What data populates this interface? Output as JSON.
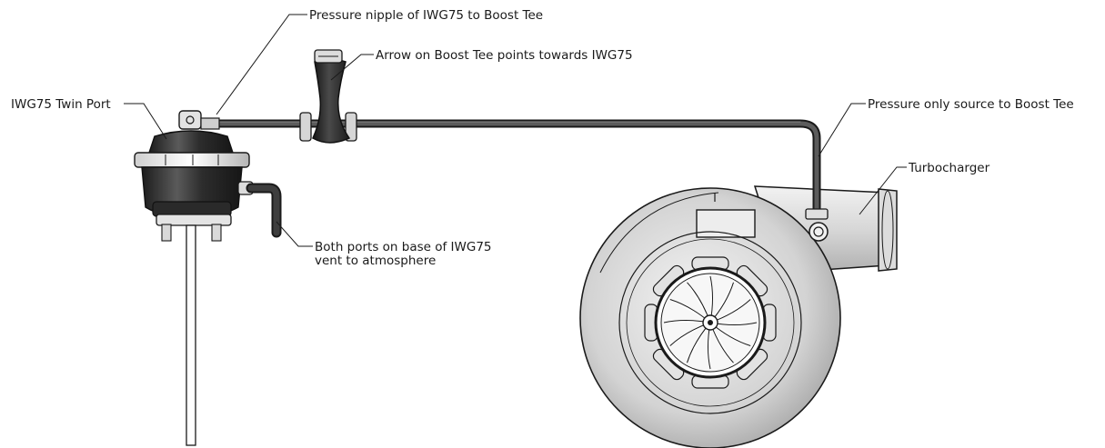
{
  "labels": {
    "pressure_nipple": "Pressure nipple of IWG75 to Boost Tee",
    "arrow_on_tee": "Arrow on Boost Tee points towards IWG75",
    "twin_port": "IWG75 Twin Port",
    "pressure_source": "Pressure only source to Boost Tee",
    "turbocharger": "Turbocharger",
    "base_ports_line1": "Both ports on base of IWG75",
    "base_ports_line2": "vent to atmosphere"
  },
  "colors": {
    "line": "#1a1a1a",
    "hose": "#2a2a2a",
    "metal_light": "#e6e6e6",
    "metal_mid": "#bdbdbd",
    "metal_dark": "#8a8a8a",
    "actuator": "#3a3a3a",
    "tee_body": "#2e2e2e"
  }
}
